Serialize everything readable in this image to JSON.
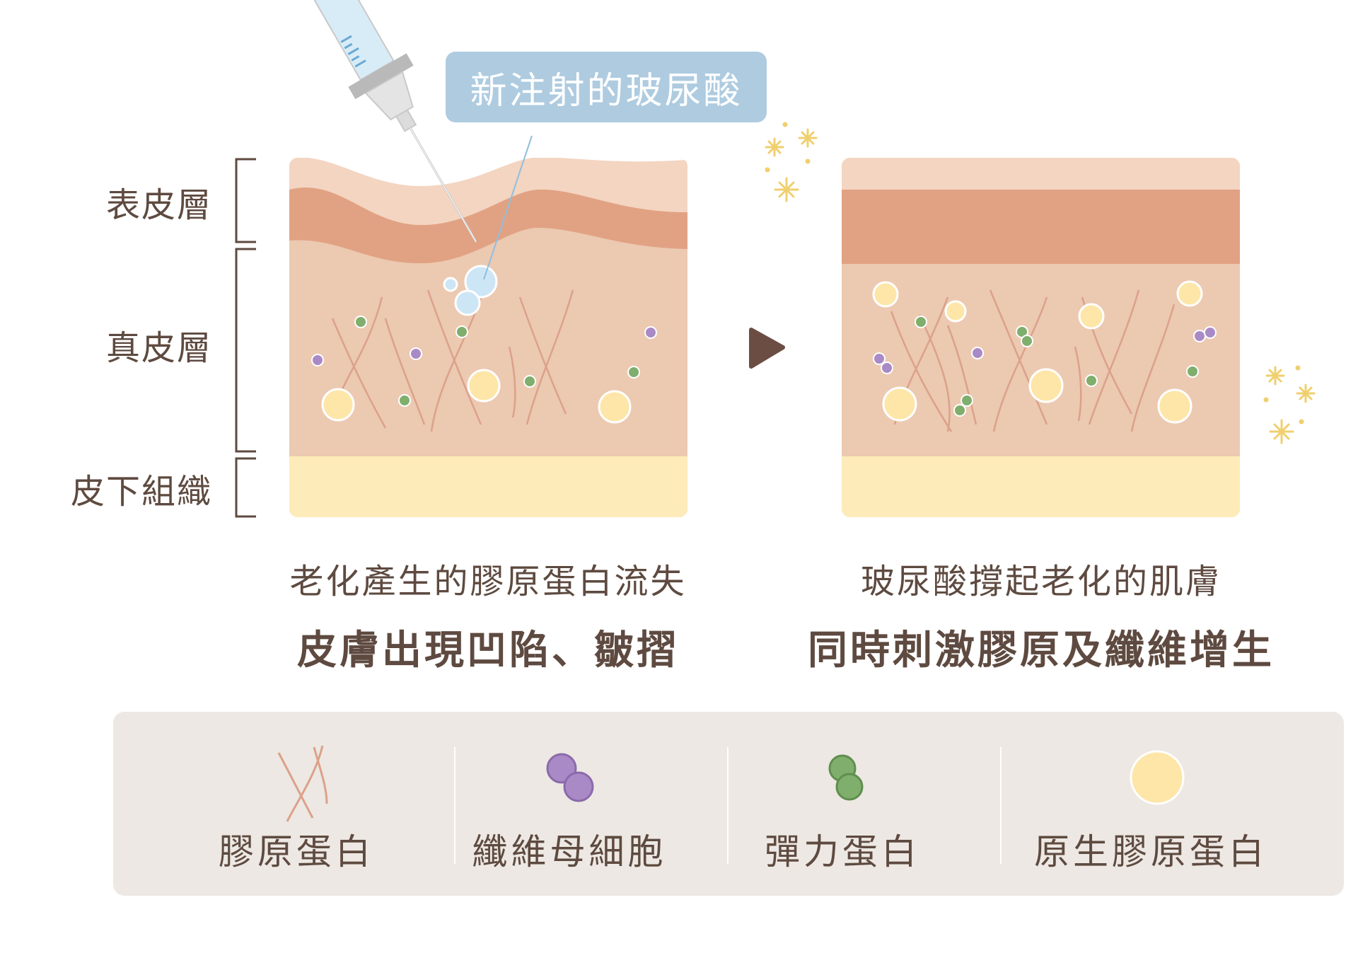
{
  "layers": {
    "epidermis": "表皮層",
    "dermis": "真皮層",
    "subcutaneous": "皮下組織"
  },
  "callout": {
    "text": "新注射的玻尿酸"
  },
  "left_caption": {
    "line1": "老化產生的膠原蛋白流失",
    "line2": "皮膚出現凹陷、皺摺"
  },
  "right_caption": {
    "line1": "玻尿酸撐起老化的肌膚",
    "line2": "同時刺激膠原及纖維增生"
  },
  "legend": {
    "items": [
      {
        "label": "膠原蛋白",
        "icon": "collagen-fiber-icon"
      },
      {
        "label": "纖維母細胞",
        "icon": "fibroblast-icon"
      },
      {
        "label": "彈力蛋白",
        "icon": "elastin-icon"
      },
      {
        "label": "原生膠原蛋白",
        "icon": "native-collagen-icon"
      }
    ]
  },
  "colors": {
    "epidermis_light": "#f3d5c1",
    "epidermis_dark": "#e1a283",
    "dermis": "#ecc9b1",
    "subcutaneous": "#fdebb9",
    "fiber": "#dca18a",
    "fibroblast": "#a98ac6",
    "elastin": "#7fae6d",
    "native_collagen": "#fde6a8",
    "hyaluronic": "#cde6f5",
    "callout_bg": "#aecbe0",
    "arrow": "#6b4d44",
    "sparkle": "#f0cf6e",
    "text": "#5e4a40",
    "legend_bg": "#ede8e3"
  }
}
